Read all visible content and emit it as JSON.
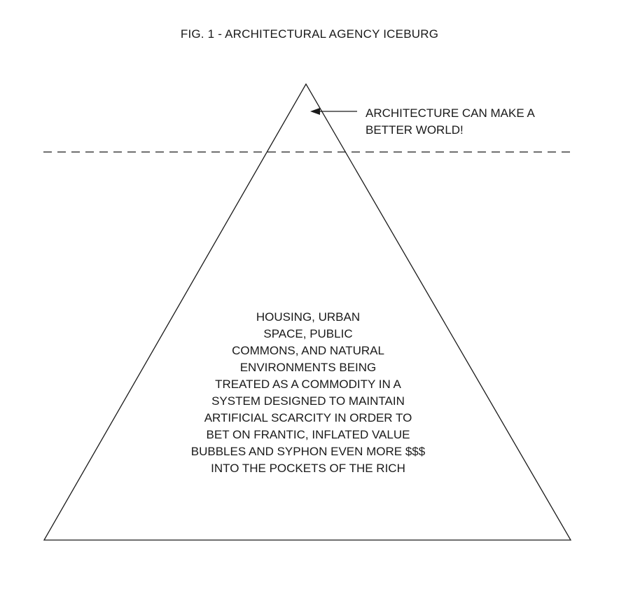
{
  "figure": {
    "title": "FIG. 1 - ARCHITECTURAL AGENCY ICEBURG"
  },
  "tip": {
    "label_lines": [
      "ARCHITECTURE CAN MAKE A",
      "BETTER WORLD!"
    ]
  },
  "base": {
    "label_lines": [
      "HOUSING, URBAN",
      "SPACE, PUBLIC",
      "COMMONS, AND NATURAL",
      "ENVIRONMENTS BEING",
      "TREATED AS A COMMODITY IN A",
      "SYSTEM DESIGNED TO MAINTAIN",
      "ARTIFICIAL SCARCITY IN ORDER TO",
      "BET ON FRANTIC, INFLATED VALUE",
      "BUBBLES AND SYPHON EVEN MORE $$$",
      "INTO THE POCKETS OF THE RICH"
    ]
  },
  "colors": {
    "ink": "#1a1a1a",
    "background": "#ffffff"
  }
}
